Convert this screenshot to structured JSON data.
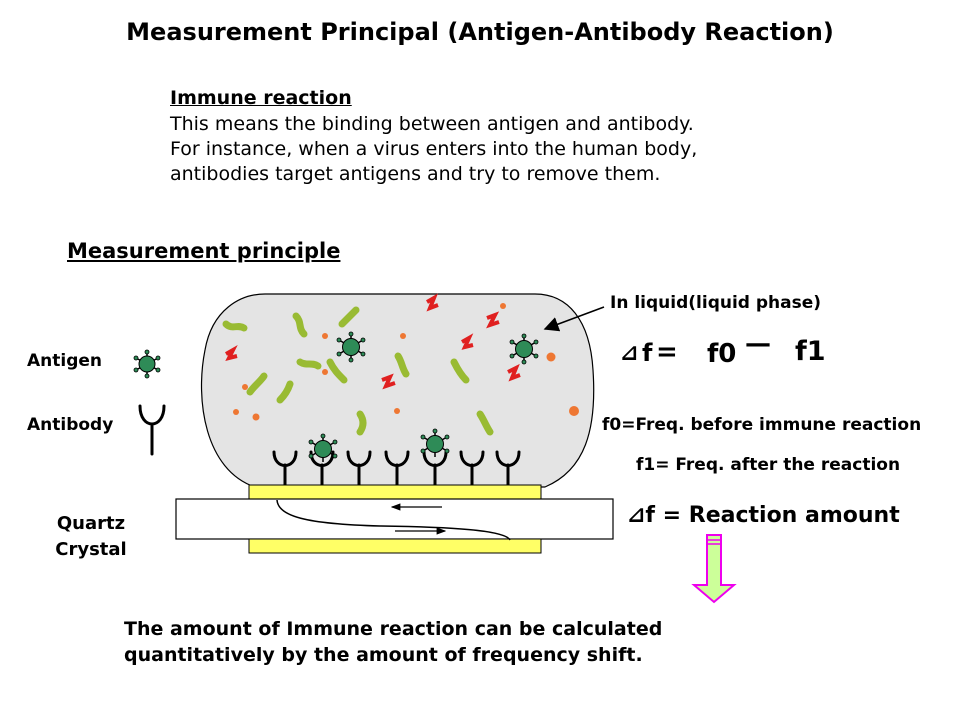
{
  "title": "Measurement Principal (Antigen-Antibody Reaction)",
  "immune": {
    "heading": "Immune reaction",
    "lines": [
      "This means the binding between antigen and antibody.",
      "For instance, when a virus enters into the human body,",
      "antibodies target antigens and try to remove them."
    ]
  },
  "principle_heading": "Measurement principle",
  "legend": {
    "antigen": "Antigen",
    "antibody": "Antibody"
  },
  "quartz": {
    "line1": "Quartz",
    "line2": "Crystal"
  },
  "liquid_label": "In liquid(liquid phase)",
  "formula": {
    "delta": "⊿",
    "f": "f",
    "eq": "=",
    "f0": "f0",
    "minus": "—",
    "f1": "f1"
  },
  "f0_def": "f0=Freq. before immune reaction",
  "f1_def": "f1= Freq. after the reaction",
  "reaction_amount": "⊿f = Reaction amount",
  "conclusion": [
    "The amount of Immune reaction can be calculated",
    "quantitatively by the amount of frequency shift."
  ],
  "colors": {
    "liquid": "#e4e4e4",
    "electrode": "#ffff66",
    "antigen": "#2e8b57",
    "legend_bg": "#ccffcc",
    "green_molecule": "#99bb33",
    "red_molecule": "#e02020",
    "dot": "#ee7733",
    "arrow_stroke": "#ee00ee",
    "arrow_fill": "#ccff99"
  }
}
